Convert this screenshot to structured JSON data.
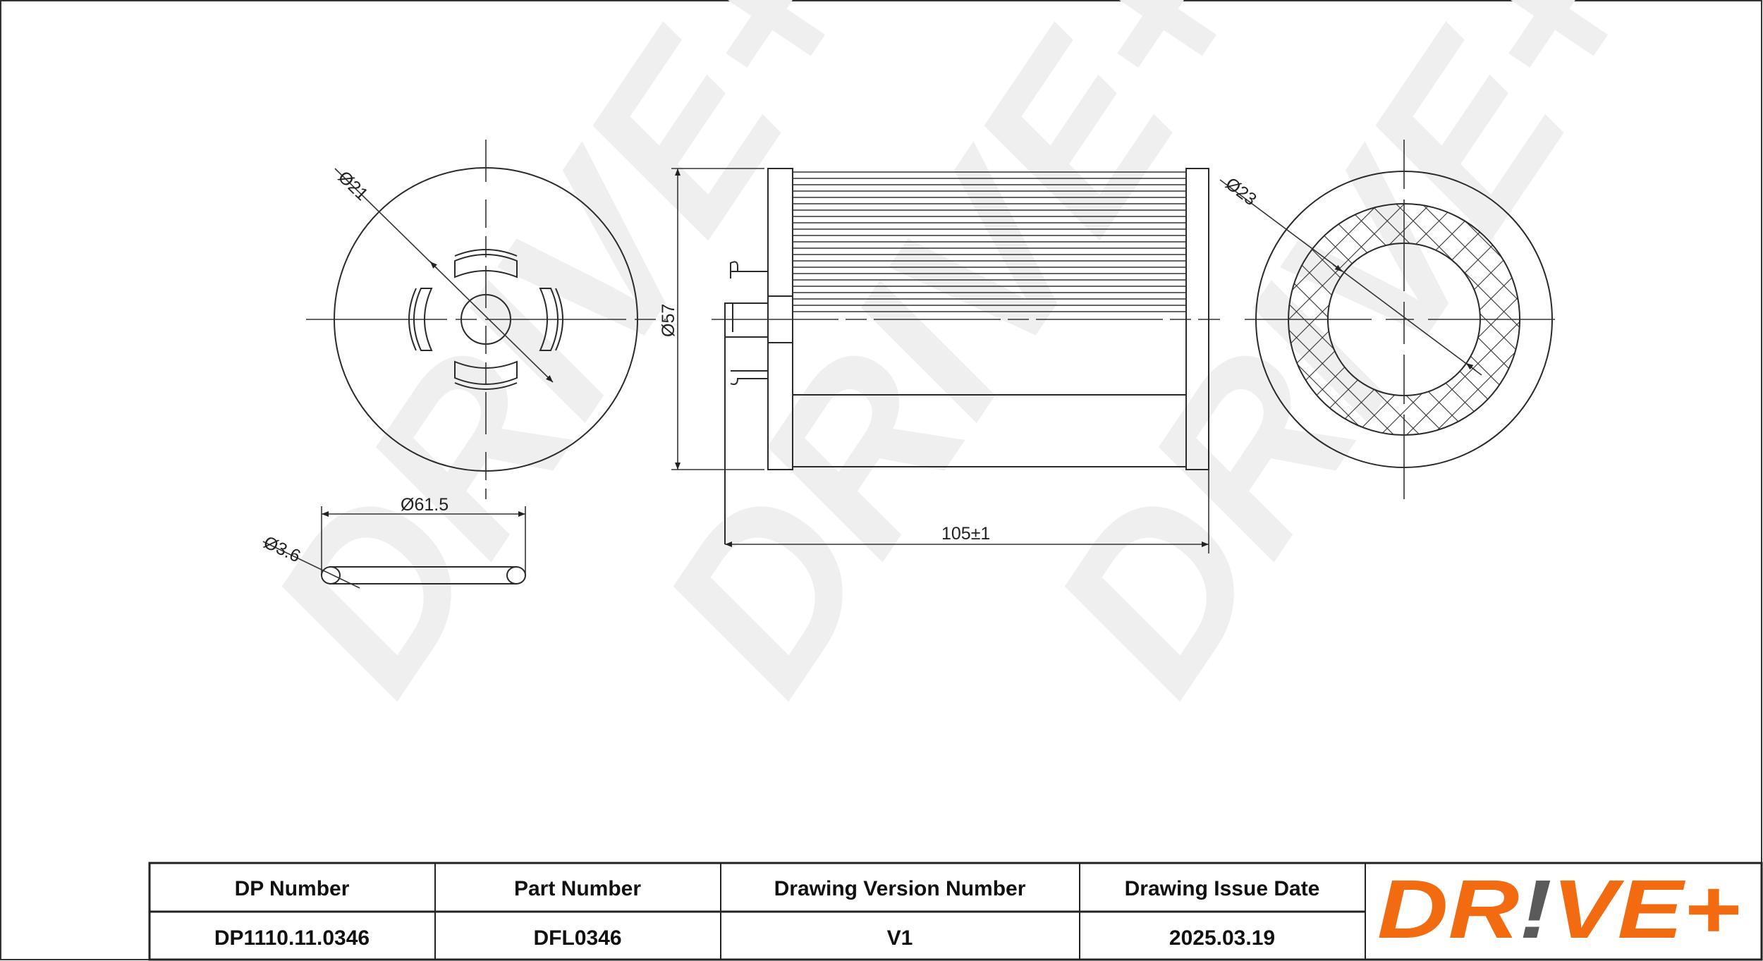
{
  "watermark": {
    "text": "DRIVE+"
  },
  "dimensions": {
    "hub_diameter": "Ø21",
    "oring_diameter": "Ø61.5",
    "oring_section": "Ø3.6",
    "outer_diameter": "Ø57",
    "length": "105±1",
    "inner_diameter": "Ø23"
  },
  "title_block": {
    "headers": [
      "DP Number",
      "Part Number",
      "Drawing Version Number",
      "Drawing Issue Date"
    ],
    "values": [
      "DP1110.11.0346",
      "DFL0346",
      "V1",
      "2025.03.19"
    ]
  },
  "logo": {
    "part1": "DR",
    "bang": "!",
    "part2": "VE+",
    "orange": "#f26b10",
    "gray": "#5a5a5a"
  }
}
